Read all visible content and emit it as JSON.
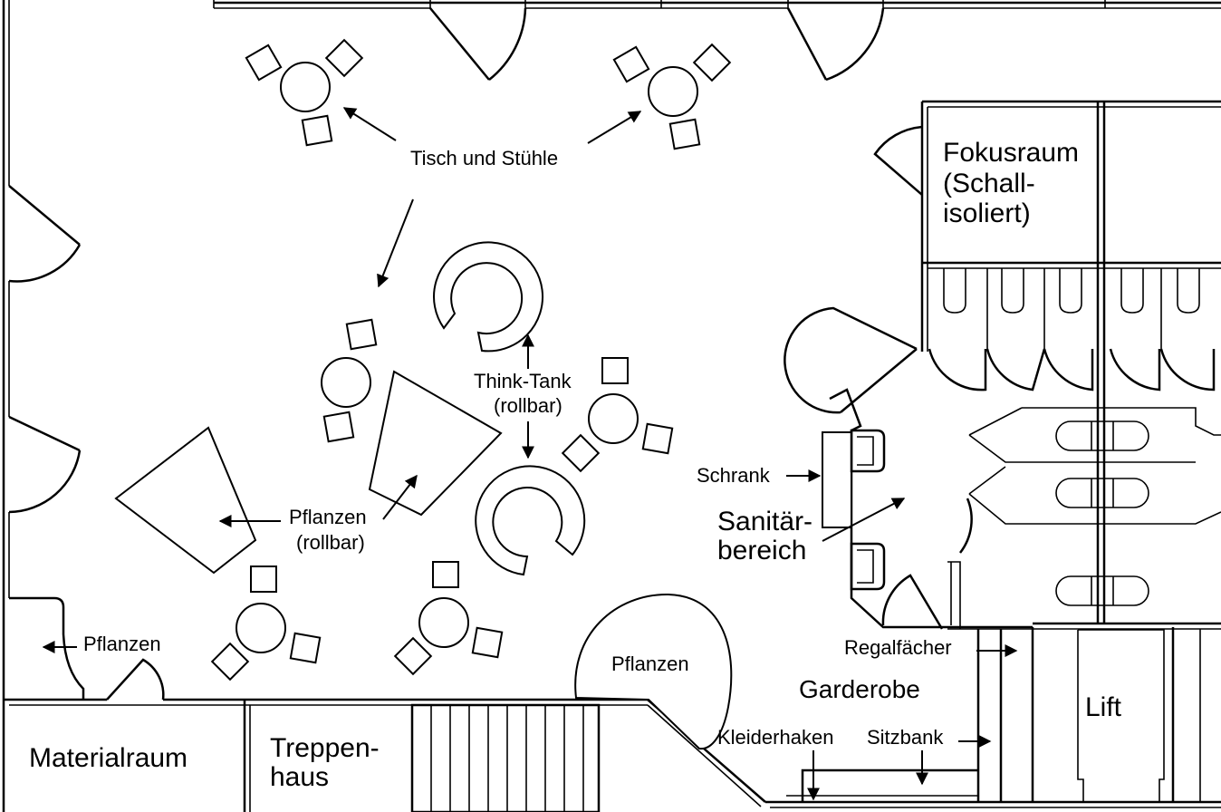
{
  "labels": {
    "tisch_und_stuehle": "Tisch und Stühle",
    "think_tank_1": "Think-Tank",
    "think_tank_2": "(rollbar)",
    "pflanzen_rollbar_1": "Pflanzen",
    "pflanzen_rollbar_2": "(rollbar)",
    "pflanzen_left": "Pflanzen",
    "pflanzen_bottom": "Pflanzen",
    "schrank": "Schrank",
    "sanitaer_1": "Sanitär-",
    "sanitaer_2": "bereich",
    "fokusraum_1": "Fokusraum",
    "fokusraum_2": "(Schall-",
    "fokusraum_3": "isoliert)",
    "regalfaecher": "Regalfächer",
    "garderobe": "Garderobe",
    "lift": "Lift",
    "kleiderhaken": "Kleiderhaken",
    "sitzbank": "Sitzbank",
    "materialraum": "Materialraum",
    "treppenhaus_1": "Treppen-",
    "treppenhaus_2": "haus"
  }
}
